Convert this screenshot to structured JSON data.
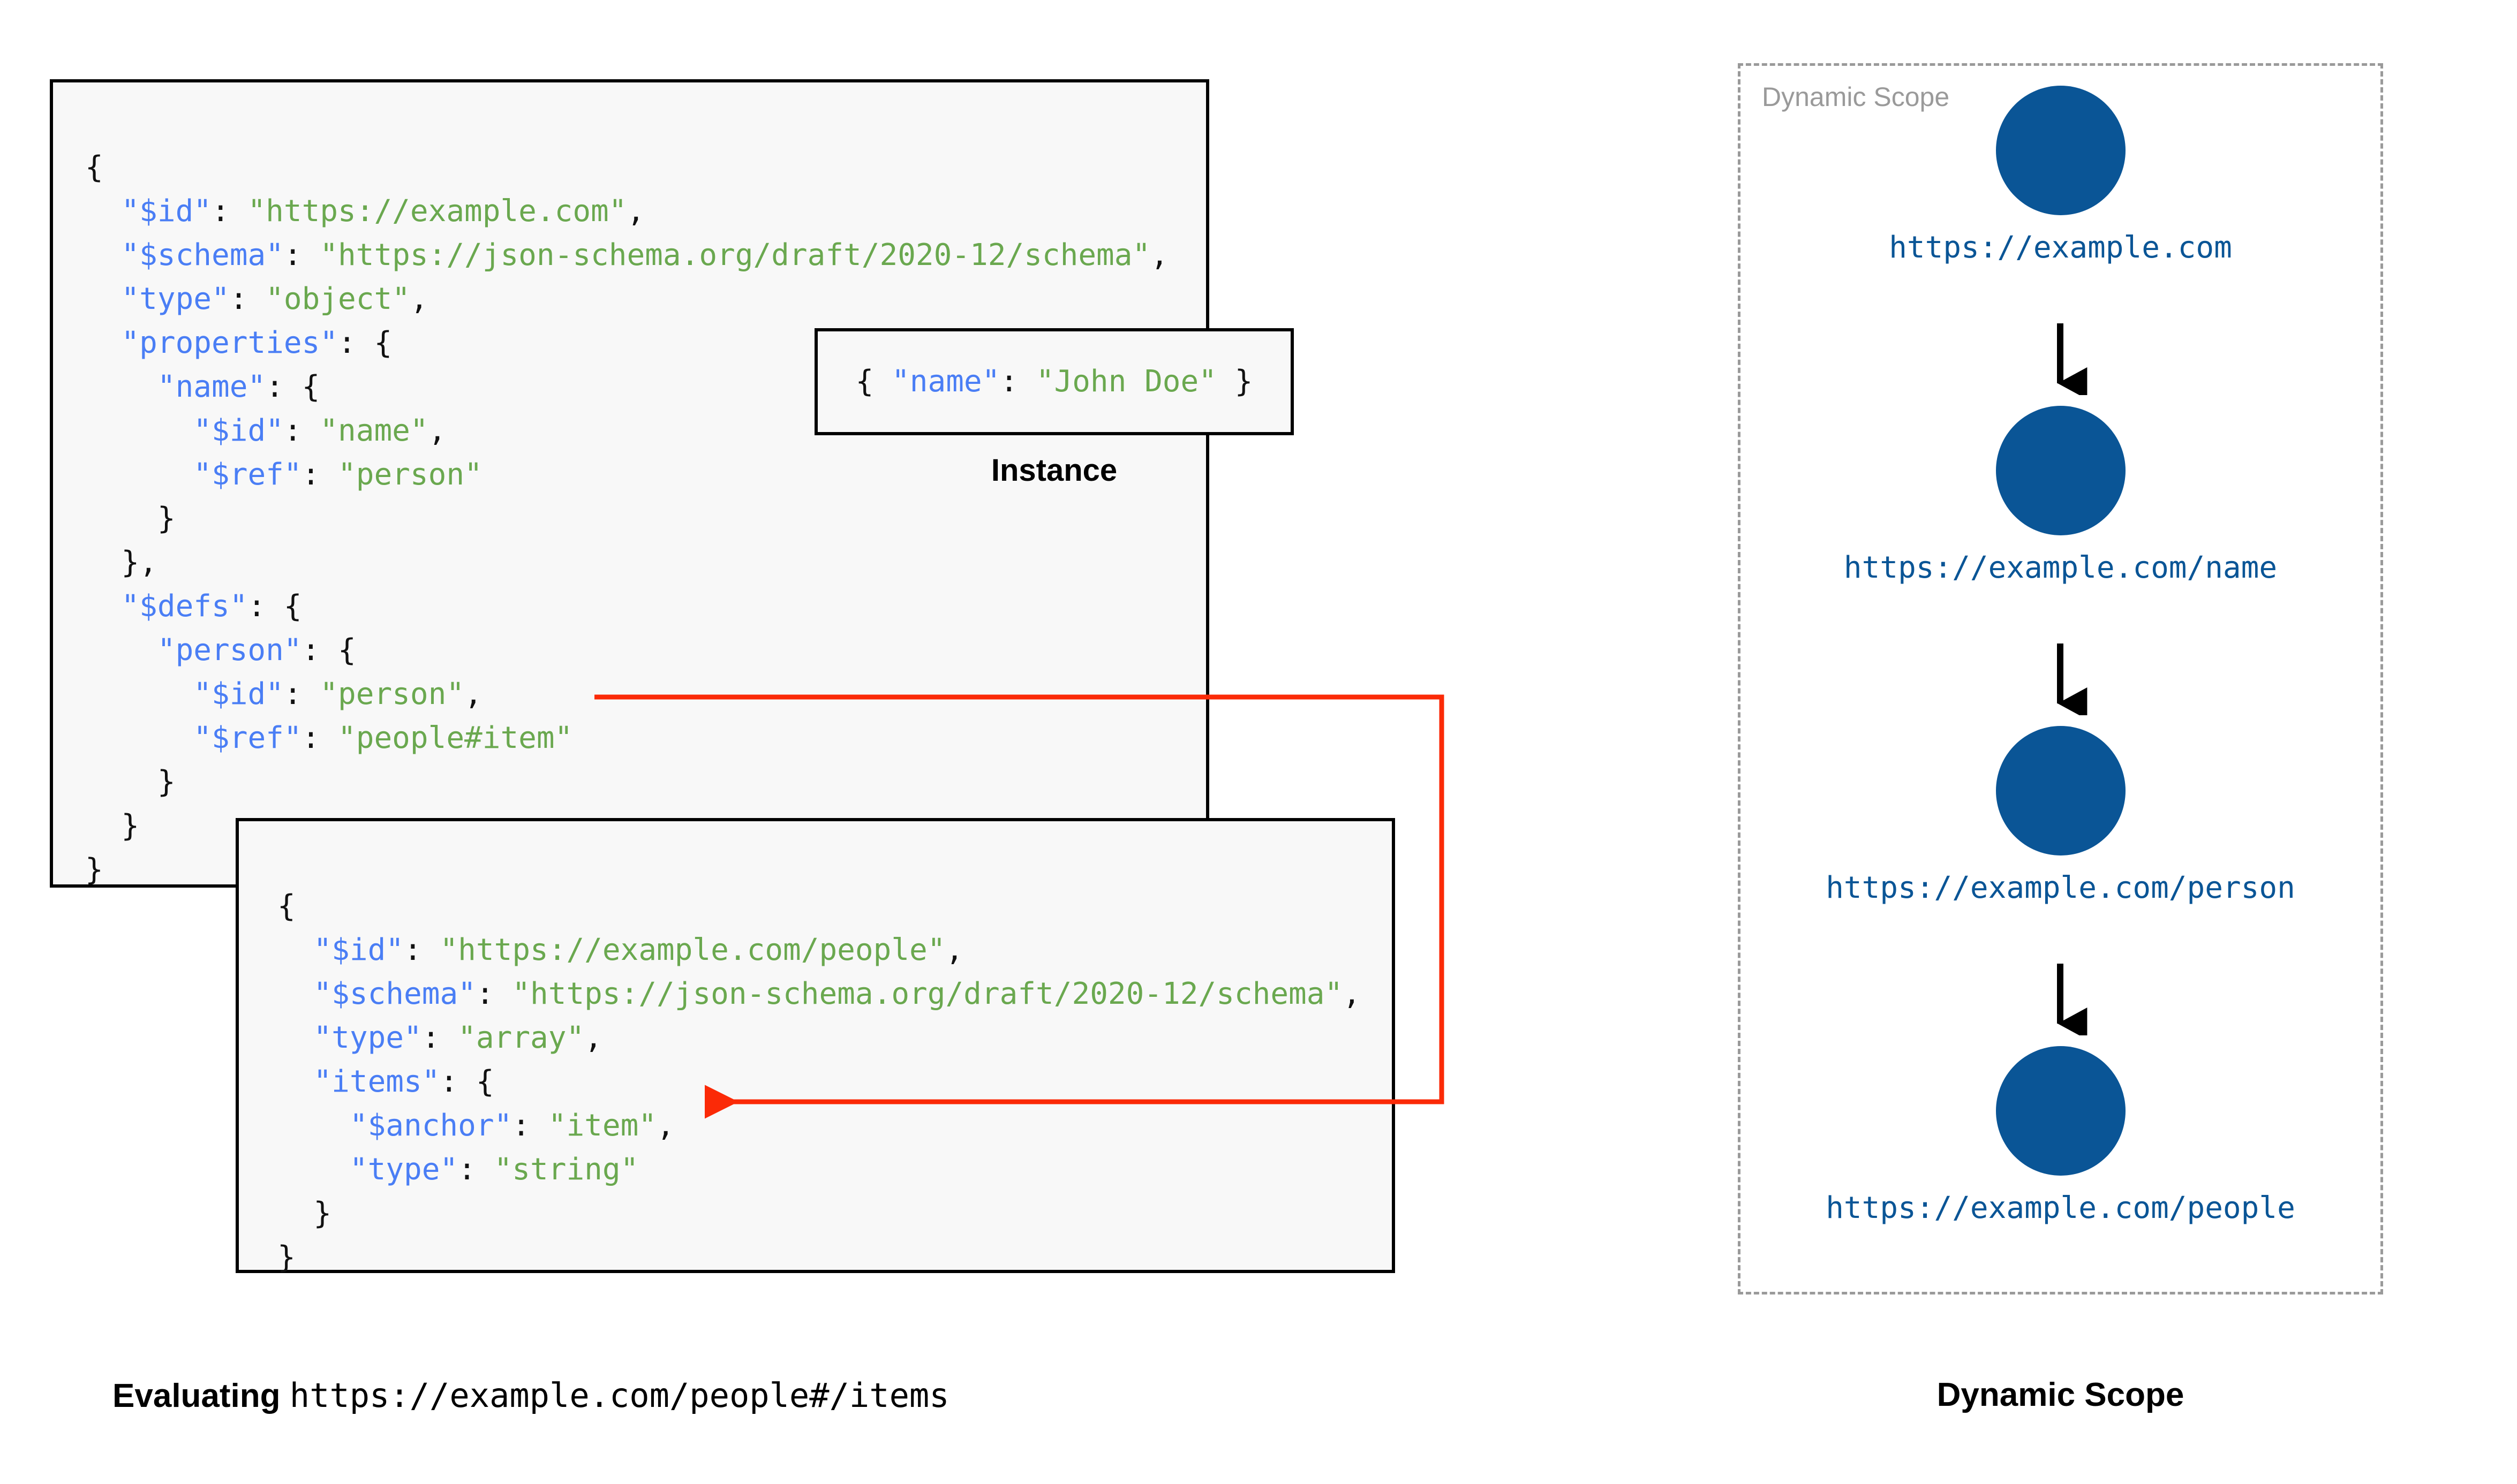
{
  "schema_root": {
    "lines": [
      [
        {
          "t": "{",
          "c": "p"
        }
      ],
      [
        {
          "t": "  ",
          "c": "p"
        },
        {
          "t": "\"$id\"",
          "c": "k"
        },
        {
          "t": ": ",
          "c": "p"
        },
        {
          "t": "\"https://example.com\"",
          "c": "s"
        },
        {
          "t": ",",
          "c": "p"
        }
      ],
      [
        {
          "t": "  ",
          "c": "p"
        },
        {
          "t": "\"$schema\"",
          "c": "k"
        },
        {
          "t": ": ",
          "c": "p"
        },
        {
          "t": "\"https://json-schema.org/draft/2020-12/schema\"",
          "c": "s"
        },
        {
          "t": ",",
          "c": "p"
        }
      ],
      [
        {
          "t": "  ",
          "c": "p"
        },
        {
          "t": "\"type\"",
          "c": "k"
        },
        {
          "t": ": ",
          "c": "p"
        },
        {
          "t": "\"object\"",
          "c": "s"
        },
        {
          "t": ",",
          "c": "p"
        }
      ],
      [
        {
          "t": "  ",
          "c": "p"
        },
        {
          "t": "\"properties\"",
          "c": "k"
        },
        {
          "t": ": {",
          "c": "p"
        }
      ],
      [
        {
          "t": "    ",
          "c": "p"
        },
        {
          "t": "\"name\"",
          "c": "k"
        },
        {
          "t": ": {",
          "c": "p"
        }
      ],
      [
        {
          "t": "      ",
          "c": "p"
        },
        {
          "t": "\"$id\"",
          "c": "k"
        },
        {
          "t": ": ",
          "c": "p"
        },
        {
          "t": "\"name\"",
          "c": "s"
        },
        {
          "t": ",",
          "c": "p"
        }
      ],
      [
        {
          "t": "      ",
          "c": "p"
        },
        {
          "t": "\"$ref\"",
          "c": "k"
        },
        {
          "t": ": ",
          "c": "p"
        },
        {
          "t": "\"person\"",
          "c": "s"
        }
      ],
      [
        {
          "t": "    }",
          "c": "p"
        }
      ],
      [
        {
          "t": "  },",
          "c": "p"
        }
      ],
      [
        {
          "t": "  ",
          "c": "p"
        },
        {
          "t": "\"$defs\"",
          "c": "k"
        },
        {
          "t": ": {",
          "c": "p"
        }
      ],
      [
        {
          "t": "    ",
          "c": "p"
        },
        {
          "t": "\"person\"",
          "c": "k"
        },
        {
          "t": ": {",
          "c": "p"
        }
      ],
      [
        {
          "t": "      ",
          "c": "p"
        },
        {
          "t": "\"$id\"",
          "c": "k"
        },
        {
          "t": ": ",
          "c": "p"
        },
        {
          "t": "\"person\"",
          "c": "s"
        },
        {
          "t": ",",
          "c": "p"
        }
      ],
      [
        {
          "t": "      ",
          "c": "p"
        },
        {
          "t": "\"$ref\"",
          "c": "k"
        },
        {
          "t": ": ",
          "c": "p"
        },
        {
          "t": "\"people#item\"",
          "c": "s"
        }
      ],
      [
        {
          "t": "    }",
          "c": "p"
        }
      ],
      [
        {
          "t": "  }",
          "c": "p"
        }
      ],
      [
        {
          "t": "}",
          "c": "p"
        }
      ]
    ]
  },
  "schema_people": {
    "lines": [
      [
        {
          "t": "{",
          "c": "p"
        }
      ],
      [
        {
          "t": "  ",
          "c": "p"
        },
        {
          "t": "\"$id\"",
          "c": "k"
        },
        {
          "t": ": ",
          "c": "p"
        },
        {
          "t": "\"https://example.com/people\"",
          "c": "s"
        },
        {
          "t": ",",
          "c": "p"
        }
      ],
      [
        {
          "t": "  ",
          "c": "p"
        },
        {
          "t": "\"$schema\"",
          "c": "k"
        },
        {
          "t": ": ",
          "c": "p"
        },
        {
          "t": "\"https://json-schema.org/draft/2020-12/schema\"",
          "c": "s"
        },
        {
          "t": ",",
          "c": "p"
        }
      ],
      [
        {
          "t": "  ",
          "c": "p"
        },
        {
          "t": "\"type\"",
          "c": "k"
        },
        {
          "t": ": ",
          "c": "p"
        },
        {
          "t": "\"array\"",
          "c": "s"
        },
        {
          "t": ",",
          "c": "p"
        }
      ],
      [
        {
          "t": "  ",
          "c": "p"
        },
        {
          "t": "\"items\"",
          "c": "k"
        },
        {
          "t": ": {",
          "c": "p"
        }
      ],
      [
        {
          "t": "    ",
          "c": "p"
        },
        {
          "t": "\"$anchor\"",
          "c": "k"
        },
        {
          "t": ": ",
          "c": "p"
        },
        {
          "t": "\"item\"",
          "c": "s"
        },
        {
          "t": ",",
          "c": "p"
        }
      ],
      [
        {
          "t": "    ",
          "c": "p"
        },
        {
          "t": "\"type\"",
          "c": "k"
        },
        {
          "t": ": ",
          "c": "p"
        },
        {
          "t": "\"string\"",
          "c": "s"
        }
      ],
      [
        {
          "t": "  }",
          "c": "p"
        }
      ],
      [
        {
          "t": "}",
          "c": "p"
        }
      ]
    ]
  },
  "instance": {
    "lines": [
      [
        {
          "t": "{ ",
          "c": "p"
        },
        {
          "t": "\"name\"",
          "c": "k"
        },
        {
          "t": ": ",
          "c": "p"
        },
        {
          "t": "\"John Doe\"",
          "c": "s"
        },
        {
          "t": " }",
          "c": "p"
        }
      ]
    ],
    "caption": "Instance"
  },
  "dynamic_scope": {
    "panel_label": "Dynamic Scope",
    "caption": "Dynamic Scope",
    "node_color": "#0a5596",
    "nodes": [
      {
        "label": "https://example.com"
      },
      {
        "label": "https://example.com/name"
      },
      {
        "label": "https://example.com/person"
      },
      {
        "label": "https://example.com/people"
      }
    ]
  },
  "ref_arrow": {
    "color": "#fb2a07",
    "from_label": "\"people#item\"",
    "to_label": "\"$anchor\": \"item\""
  },
  "left_caption": {
    "prefix": "Evaluating ",
    "uri": "https://example.com/people#/items"
  },
  "colors": {
    "json_key": "#4a7ef5",
    "json_string": "#6aa84f",
    "box_border": "#000000",
    "box_background": "#f8f8f8",
    "scope_dashed_border": "#9a9a9a",
    "scope_label_gray": "#9a9a9a"
  }
}
